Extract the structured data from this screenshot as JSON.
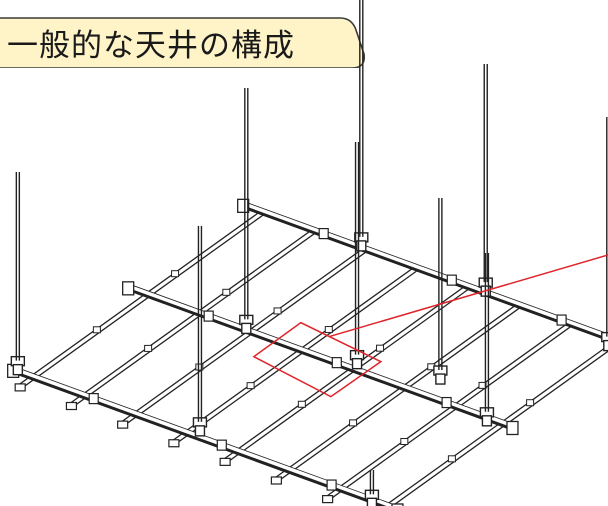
{
  "title": "一般的な天井の構成",
  "colors": {
    "title_fill": "#fff4c8",
    "title_stroke": "#3a3a3a",
    "line": "#222222",
    "callout": "#e0242b"
  },
  "components": [
    {
      "name": "hanging-bolt-icon",
      "count": 10
    },
    {
      "name": "main-channel-icon",
      "count": 3
    },
    {
      "name": "ceiling-joist-icon",
      "count": 8
    },
    {
      "name": "hanger-clip-icon",
      "count": 10
    }
  ]
}
